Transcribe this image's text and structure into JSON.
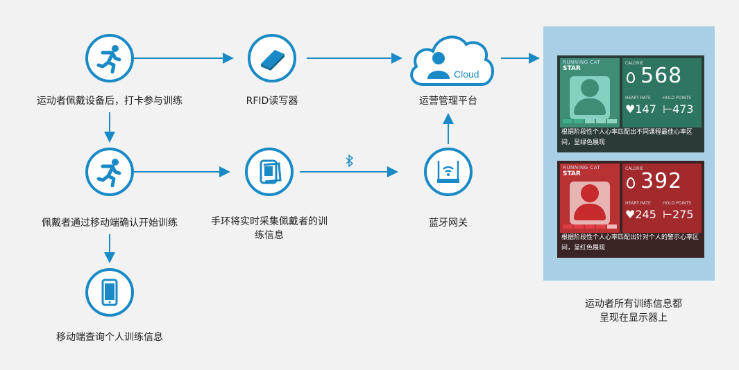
{
  "nodes": {
    "athlete_checkin": "运动者佩戴设备后，打卡参与训练",
    "rfid": "RFID读写器",
    "platform": "运营管理平台",
    "cloud_text": "Cloud",
    "mobile_confirm": "佩戴者通过移动端确认开始训练",
    "band": "手环将实时采集佩戴者的训练信息",
    "gateway": "蓝牙网关",
    "mobile_query": "移动端查询个人训练信息"
  },
  "display": {
    "caption": "运动者所有训练信息都呈现在显示器上",
    "cards": [
      {
        "tag": "RUNNING CAT",
        "tag2": "STAR",
        "calorie_label": "CALORIE",
        "calories": "568",
        "heart_label": "HEART RATE",
        "heart": "♥147",
        "points_label": "HOLD POINTS",
        "points": "⊢473",
        "description": "根据阶段性个人心率匹配出不同课程最佳心率区间，呈绿色展现",
        "accent": "#2f7563"
      },
      {
        "tag": "RUNNING CAT",
        "tag2": "STAR",
        "calorie_label": "CALORIE",
        "calories": "392",
        "heart_label": "HEART RATE",
        "heart": "♥245",
        "points_label": "HOLD POINTS",
        "points": "⊢275",
        "description": "根据阶段性个人心率匹配出针对个人的警示心率区间，呈红色展现",
        "accent": "#a22a2c"
      }
    ]
  },
  "colors": {
    "accent": "#1a8ac6",
    "panel": "#a9cfe6"
  },
  "icons": [
    "runner-icon",
    "rfid-reader-icon",
    "cloud-user-icon",
    "wristband-icon",
    "router-icon",
    "smartphone-icon",
    "bluetooth-icon"
  ]
}
